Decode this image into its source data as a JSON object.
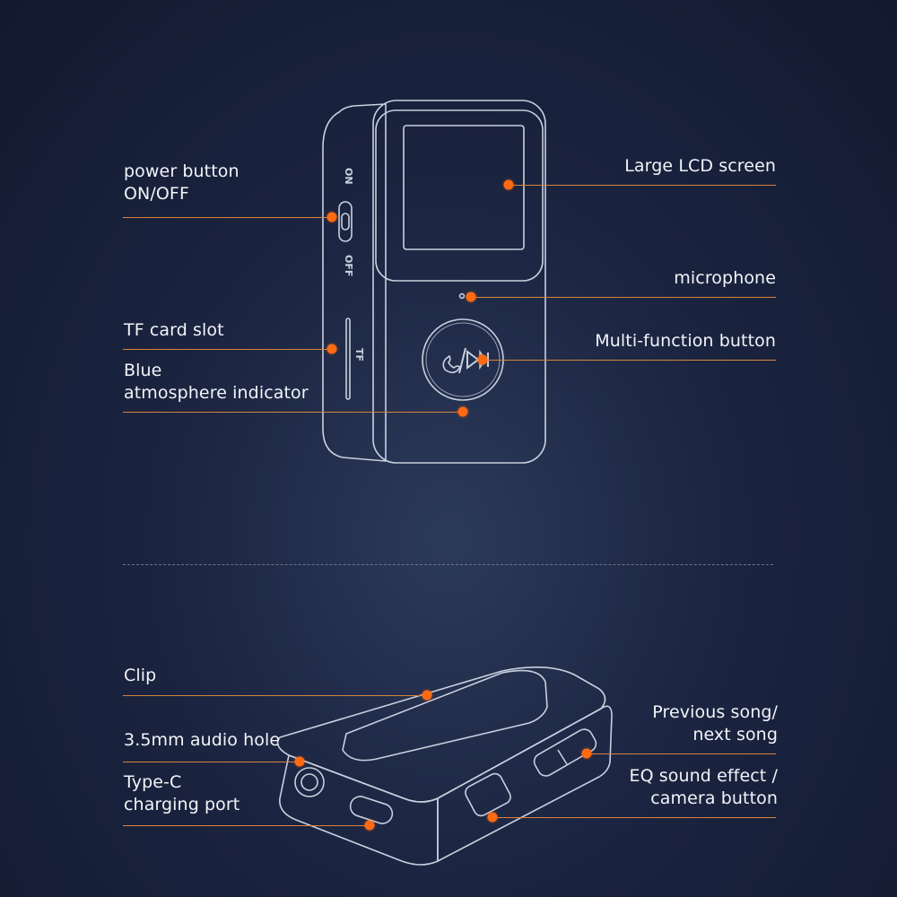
{
  "top_device": {
    "switch_on_text": "ON",
    "switch_off_text": "OFF",
    "slot_text": "TF"
  },
  "labels": {
    "power_button": [
      "power button",
      "ON/OFF"
    ],
    "tf_card_slot": "TF card slot",
    "blue_indicator": [
      "Blue",
      "atmosphere indicator"
    ],
    "lcd_screen": "Large LCD screen",
    "microphone": "microphone",
    "multi_function": "Multi-function button",
    "clip": "Clip",
    "audio_hole": "3.5mm audio hole",
    "type_c": [
      "Type-C",
      "charging port"
    ],
    "prev_next": [
      "Previous song/",
      "next song"
    ],
    "eq_camera": [
      "EQ sound effect /",
      "camera button"
    ]
  },
  "colors": {
    "accent": "#ff6a13",
    "leader_line": "#d8833c",
    "background": "#1b2440",
    "text": "#f2f4f8",
    "outline": "#c9d0de"
  }
}
